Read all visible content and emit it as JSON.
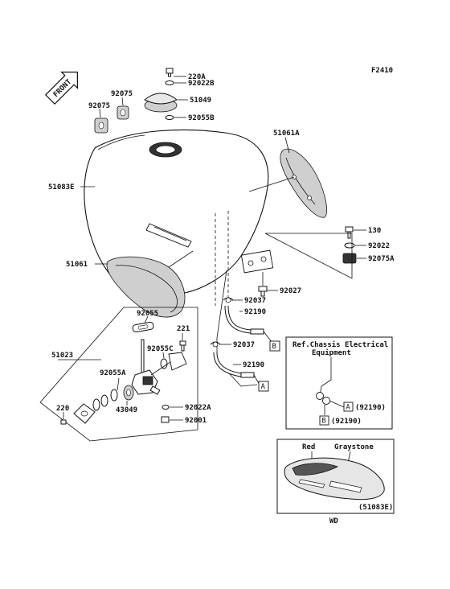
{
  "figure_code": "F2410",
  "front_label": "FRONT",
  "labels": {
    "p220A": "220A",
    "p92022B": "92022B",
    "p92075_top": "92075",
    "p92075_left": "92075",
    "p51049": "51049",
    "p92055B": "92055B",
    "p51061A": "51061A",
    "p51083E": "51083E",
    "p130": "130",
    "p92022": "92022",
    "p92075A": "92075A",
    "p51061": "51061",
    "p92027": "92027",
    "p92037_a": "92037",
    "p92190_a": "92190",
    "p92055": "92055",
    "p221": "221",
    "p92037_b": "92037",
    "p51023": "51023",
    "p92055C": "92055C",
    "p92190_b": "92190",
    "p92055A": "92055A",
    "p43049": "43049",
    "p220": "220",
    "p92022A": "92022A",
    "p92001": "92001"
  },
  "connectors": {
    "b": "B",
    "a": "A"
  },
  "ref_box": {
    "title_line1": "Ref.Chassis Electrical",
    "title_line2": "Equipment",
    "callout_a": "A",
    "value_a": "(92190)",
    "callout_b": "B",
    "value_b": "(92190)"
  },
  "wd_box": {
    "label_red": "Red",
    "label_graystone": "Graystone",
    "part": "(51083E)",
    "caption": "WD"
  }
}
